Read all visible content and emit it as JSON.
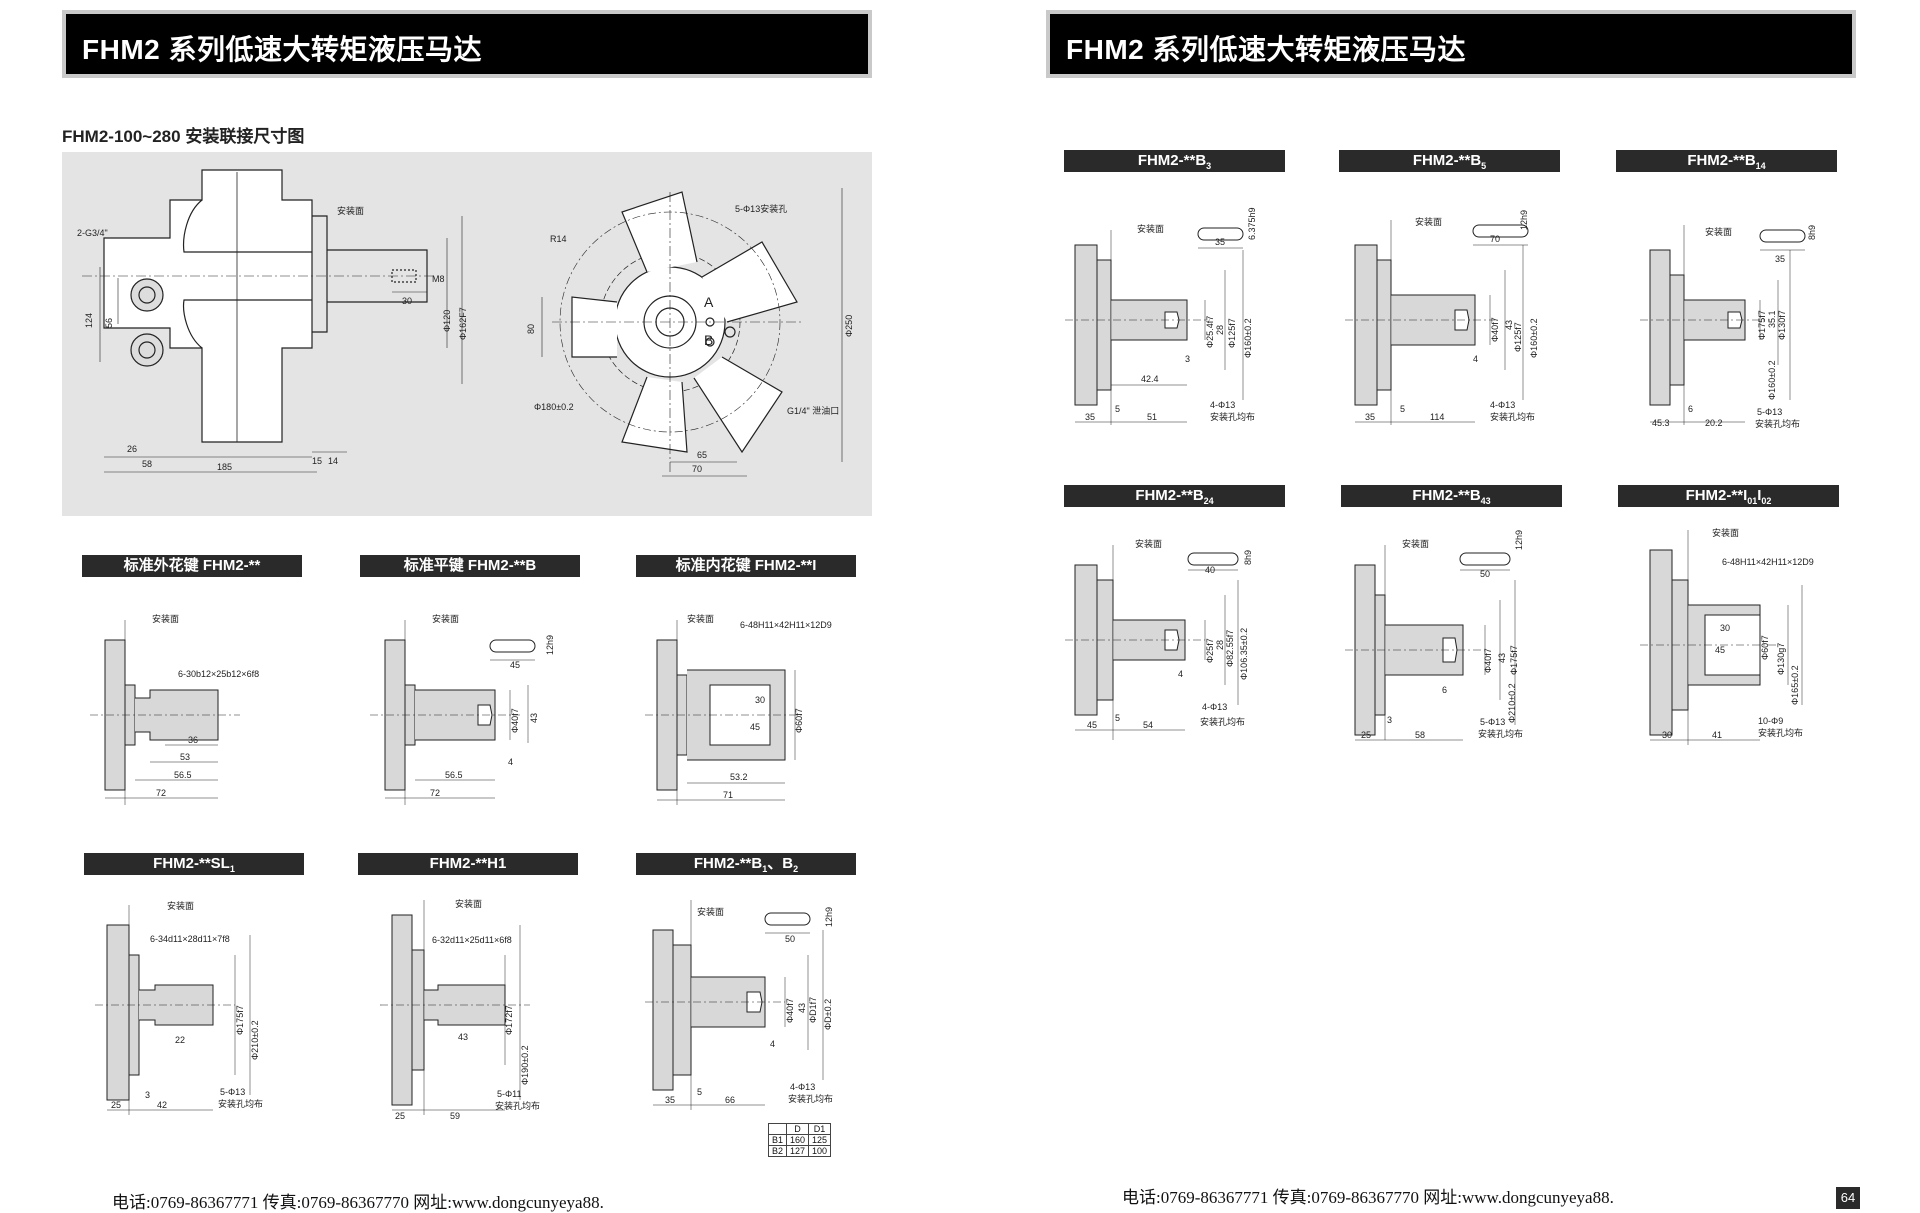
{
  "page": {
    "left_banner_title": "FHM2 系列低速大转矩液压马达",
    "right_banner_title": "FHM2 系列低速大转矩液压马达",
    "banner_tiny_left": "",
    "banner_tiny_right": "",
    "subtitle": "FHM2-100~280 安装联接尺寸图",
    "footer_left": "电话:0769-86367771 传真:0769-86367770 网址:www.dongcunyeya88.",
    "footer_right": "电话:0769-86367771 传真:0769-86367770 网址:www.dongcunyeya88.",
    "page_number": "64"
  },
  "main_drawing": {
    "labels": {
      "mount": "安装面",
      "port": "2-G3/4\"",
      "m8": "M8",
      "d120": "Φ120",
      "d162": "Φ162F7",
      "v124": "124",
      "v56": "56",
      "h30": "30",
      "h26": "26",
      "h58": "58",
      "h185": "185",
      "h15": "15",
      "h14": "14",
      "r14": "R14",
      "holes": "5-Φ13安装孔",
      "a": "A",
      "b": "B",
      "v80": "80",
      "d250": "Φ250",
      "d180": "Φ180±0.2",
      "drain": "G1/4\" 泄油口",
      "h65": "65",
      "h70": "70"
    }
  },
  "left_details": [
    {
      "label": "标准外花键 FHM2-**",
      "mount": "安装面",
      "spec": "6-30b12×25b12×6f8",
      "dims": [
        "36",
        "53",
        "56.5",
        "72"
      ]
    },
    {
      "label": "标准平键 FHM2-**B",
      "mount": "安装面",
      "key_w": "12h9",
      "key_l": "45",
      "d1": "Φ40f7",
      "d2": "43",
      "small": "4",
      "dims": [
        "56.5",
        "72"
      ]
    },
    {
      "label": "标准内花键 FHM2-**I",
      "mount": "安装面",
      "spec": "6-48H11×42H11×12D9",
      "in1": "30",
      "in2": "45",
      "d1": "Φ60f7",
      "dims": [
        "53.2",
        "71"
      ]
    },
    {
      "label_main": "FHM2-**SL",
      "label_sub": "1",
      "mount": "安装面",
      "spec": "6-34d11×28d11×7f8",
      "in1": "22",
      "d1": "Φ175f7",
      "d2": "Φ210±0.2",
      "holes": "5-Φ13",
      "holes2": "安装孔均布",
      "dims": [
        "25",
        "3",
        "42"
      ]
    },
    {
      "label": "FHM2-**H1",
      "mount": "安装面",
      "spec": "6-32d11×25d11×6f8",
      "in1": "43",
      "d1": "Φ172f7",
      "d2": "Φ190±0.2",
      "holes": "5-Φ11",
      "holes2": "安装孔均布",
      "dims": [
        "25",
        "59"
      ]
    },
    {
      "label_main": "FHM2-**B",
      "label_sub1": "1",
      "label_mid": "、B",
      "label_sub2": "2",
      "mount": "安装面",
      "key_w": "12h9",
      "key_l": "50",
      "d1": "Φ40f7",
      "d2": "43",
      "d3": "ΦD1f7",
      "d4": "ΦD±0.2",
      "small": "4",
      "holes": "4-Φ13",
      "holes2": "安装孔均布",
      "dims": [
        "35",
        "5",
        "66"
      ]
    }
  ],
  "b_table": {
    "header": [
      "",
      "D",
      "D1"
    ],
    "rows": [
      [
        "B1",
        "160",
        "125"
      ],
      [
        "B2",
        "127",
        "100"
      ]
    ]
  },
  "right_details": [
    {
      "label_main": "FHM2-**B",
      "label_sub": "3",
      "mount": "安装面",
      "key_w": "6.375h9",
      "key_l": "35",
      "d1": "Φ25.4f7",
      "d2": "28",
      "d3": "Φ125f7",
      "d4": "Φ160±0.2",
      "small": "3",
      "mid": "42.4",
      "holes": "4-Φ13",
      "holes2": "安装孔均布",
      "dims": [
        "35",
        "5",
        "51"
      ]
    },
    {
      "label_main": "FHM2-**B",
      "label_sub": "5",
      "mount": "安装面",
      "key_w": "12h9",
      "key_l": "70",
      "d1": "Φ40f7",
      "d2": "43",
      "d3": "Φ125f7",
      "d4": "Φ160±0.2",
      "small": "4",
      "holes": "4-Φ13",
      "holes2": "安装孔均布",
      "dims": [
        "35",
        "5",
        "114"
      ]
    },
    {
      "label_main": "FHM2-**B",
      "label_sub": "14",
      "mount": "安装面",
      "key_w": "8h9",
      "key_l": "35",
      "d1": "Φ175f7",
      "d2": "35.1",
      "d3": "Φ130f7",
      "d4": "Φ160±0.2",
      "small": "6",
      "holes": "5-Φ13",
      "holes2": "安装孔均布",
      "dims": [
        "45.3",
        "20.2"
      ]
    },
    {
      "label_main": "FHM2-**B",
      "label_sub": "24",
      "mount": "安装面",
      "key_w": "8h9",
      "key_l": "40",
      "d1": "Φ25f7",
      "d2": "28",
      "d3": "Φ82.55f7",
      "d4": "Φ106.35±0.2",
      "small": "4",
      "holes": "4-Φ13",
      "holes2": "安装孔均布",
      "dims": [
        "45",
        "5",
        "54"
      ]
    },
    {
      "label_main": "FHM2-**B",
      "label_sub": "43",
      "mount": "安装面",
      "key_w": "12h9",
      "key_l": "50",
      "d1": "Φ40f7",
      "d2": "43",
      "d3": "Φ175f7",
      "d4": "Φ210±0.2",
      "small": "6",
      "holes": "5-Φ13",
      "holes2": "安装孔均布",
      "dims": [
        "25",
        "3",
        "58"
      ]
    },
    {
      "label_main": "FHM2-**I",
      "label_sub": "01",
      "label_mid": "I",
      "label_sub2": "02",
      "mount": "安装面",
      "spec": "6-48H11×42H11×12D9",
      "in1": "30",
      "in2": "45",
      "d1": "Φ60f7",
      "d2": "Φ130g7",
      "d3": "Φ165±0.2",
      "holes": "10-Φ9",
      "holes2": "安装孔均布",
      "dims": [
        "30",
        "41"
      ]
    }
  ]
}
